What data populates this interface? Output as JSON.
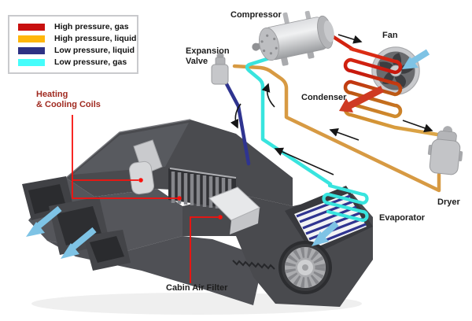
{
  "legend": {
    "items": [
      {
        "label": "High pressure, gas",
        "color": "#c8100f"
      },
      {
        "label": "High pressure, liquid",
        "color": "#ffb60a"
      },
      {
        "label": "Low pressure, liquid",
        "color": "#2d3184"
      },
      {
        "label": "Low pressure, gas",
        "color": "#45fdfb"
      }
    ]
  },
  "components": {
    "compressor": "Compressor",
    "fan": "Fan",
    "expansion_valve": "Expansion\nValve",
    "condenser": "Condenser",
    "dryer": "Dryer",
    "evaporator": "Evaporator",
    "heating_cooling_coils": "Heating\n& Cooling Coils",
    "cabin_air_filter": "Cabin Air Filter"
  },
  "colors": {
    "high_pressure_gas": "#d2220f",
    "high_pressure_liquid": "#d79a43",
    "low_pressure_liquid": "#2f3490",
    "low_pressure_gas": "#38e4de",
    "airflow_arrow": "#7ec3e5",
    "heat_output_arrow": "#cf3a22",
    "flow_arrow": "#161616",
    "leader_line": "#f8100c",
    "heating_label": "#a02a20"
  }
}
